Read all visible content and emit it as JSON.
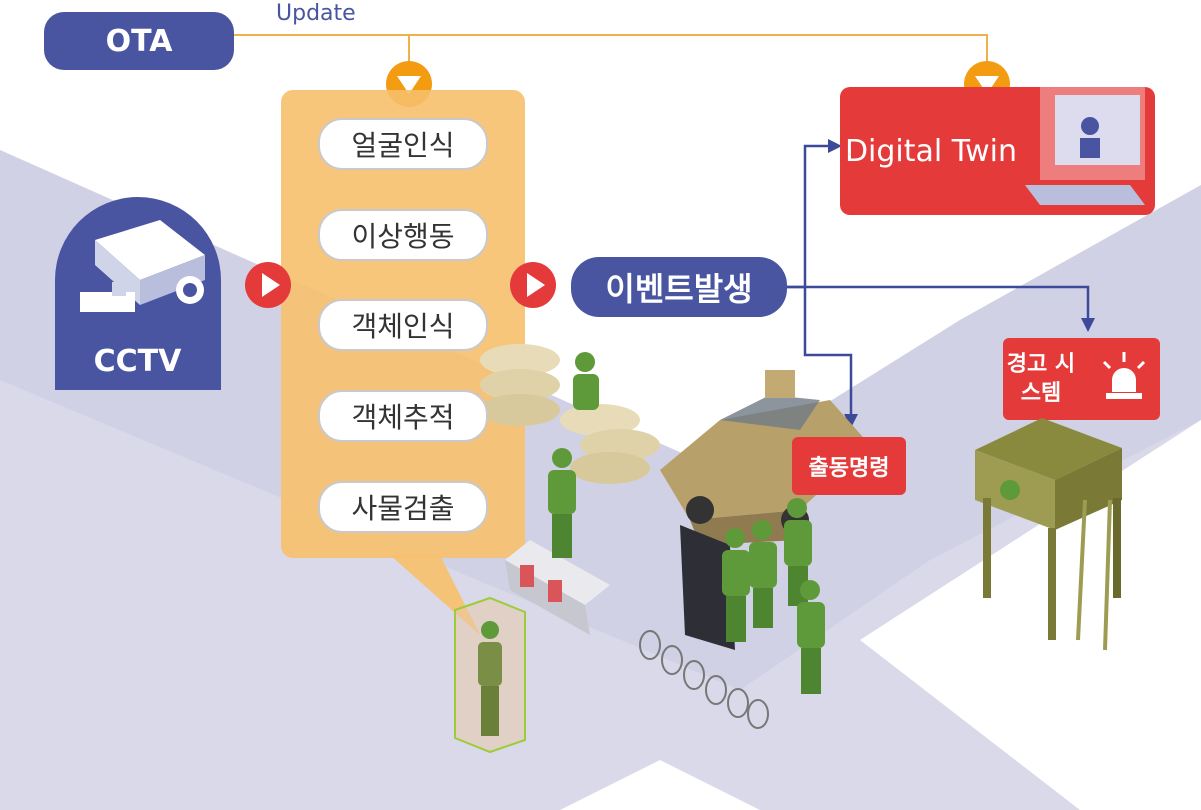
{
  "ota": {
    "label": "OTA",
    "update_label": "Update"
  },
  "cctv": {
    "label": "CCTV"
  },
  "ai_functions": [
    "얼굴인식",
    "이상행동",
    "객체인식",
    "객체추적",
    "사물검출"
  ],
  "event": {
    "label": "이벤트발생"
  },
  "digital_twin": {
    "label": "Digital Twin"
  },
  "dispatch": {
    "label": "출동명령"
  },
  "alarm": {
    "label": "경고 시스템"
  },
  "colors": {
    "navy": "#4a55a2",
    "orange_panel": "#f7c06b",
    "orange_marker": "#f39c12",
    "red": "#e53a3a",
    "ground": "#d9d9ea",
    "soldier_green": "#5e9a3a"
  },
  "icons": [
    "cctv-camera-icon",
    "play-arrow-icon",
    "down-arrow-icon",
    "siren-icon",
    "laptop-icon"
  ]
}
